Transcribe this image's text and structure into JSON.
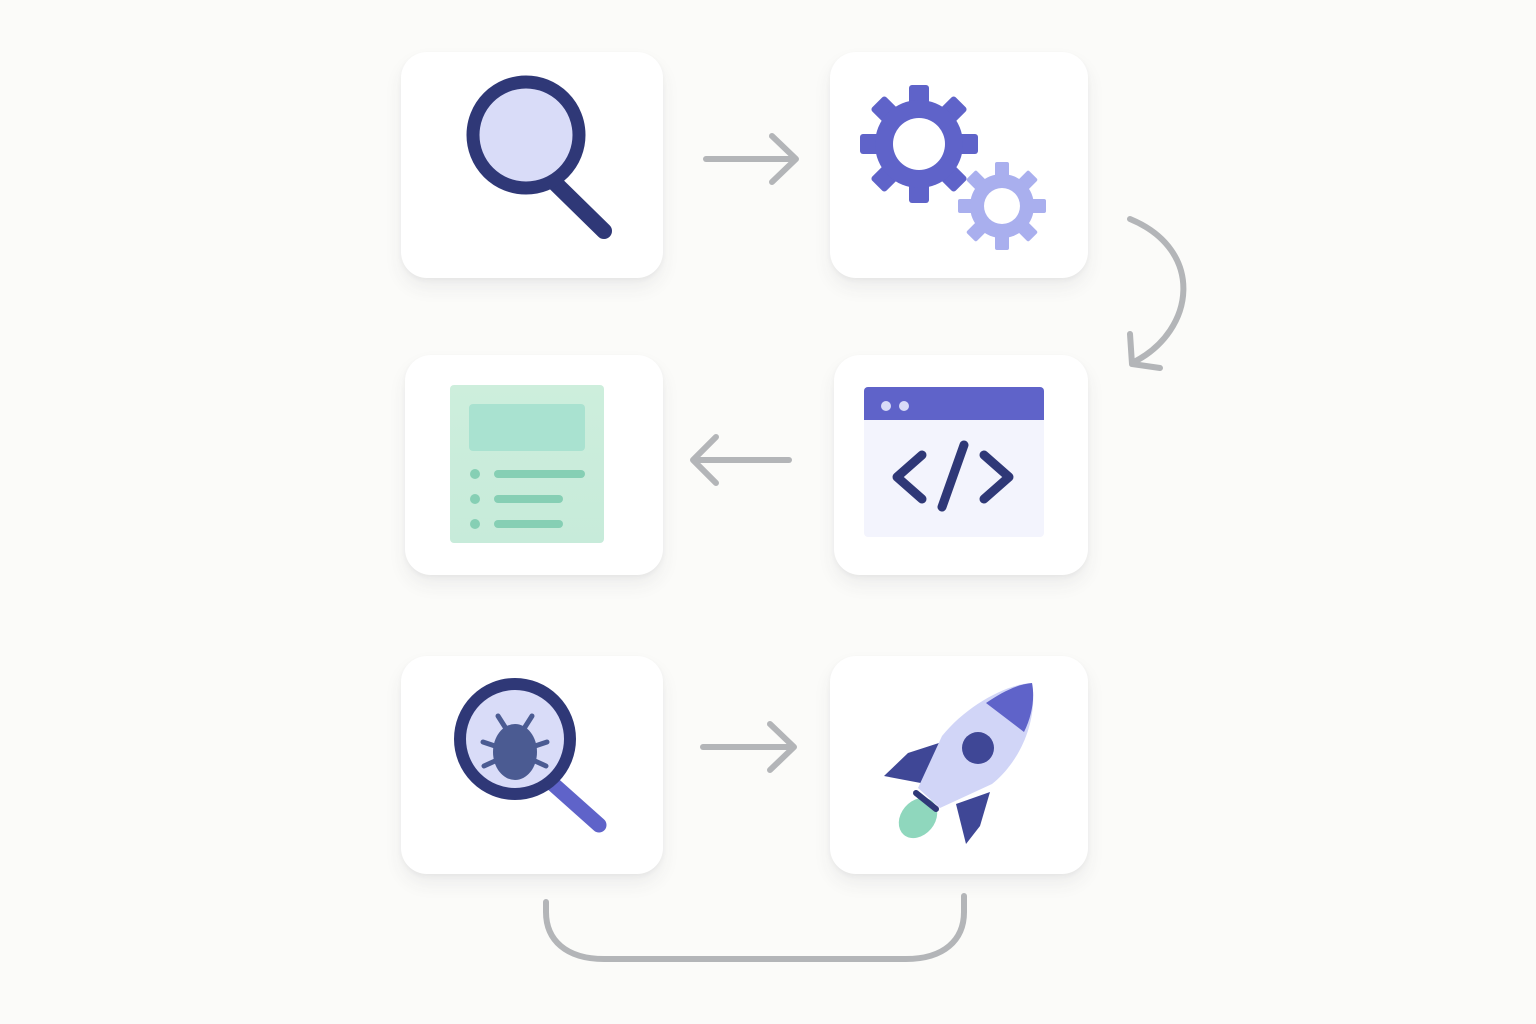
{
  "diagram": {
    "steps": [
      {
        "id": "research",
        "icon": "magnifier-icon"
      },
      {
        "id": "configure",
        "icon": "gears-icon"
      },
      {
        "id": "develop",
        "icon": "code-window-icon"
      },
      {
        "id": "document",
        "icon": "document-list-icon"
      },
      {
        "id": "debug",
        "icon": "bug-search-icon"
      },
      {
        "id": "launch",
        "icon": "rocket-icon"
      }
    ],
    "flow": [
      {
        "from": "research",
        "to": "configure",
        "style": "straight-arrow"
      },
      {
        "from": "configure",
        "to": "develop",
        "style": "curved-arrow"
      },
      {
        "from": "develop",
        "to": "document",
        "style": "straight-arrow"
      },
      {
        "from": "debug",
        "to": "launch",
        "style": "straight-arrow"
      },
      {
        "from": "debug",
        "to": "launch",
        "style": "bracket-connector"
      }
    ]
  },
  "colors": {
    "background": "#fbfbf9",
    "card": "#ffffff",
    "navy": "#2f3877",
    "indigo": "#5f63c9",
    "lavender": "#a9afee",
    "pale_lavender": "#d9dcf8",
    "mint": "#a9e2d0",
    "mint_light": "#cdeedc",
    "arrow_gray": "#b3b5b8"
  }
}
